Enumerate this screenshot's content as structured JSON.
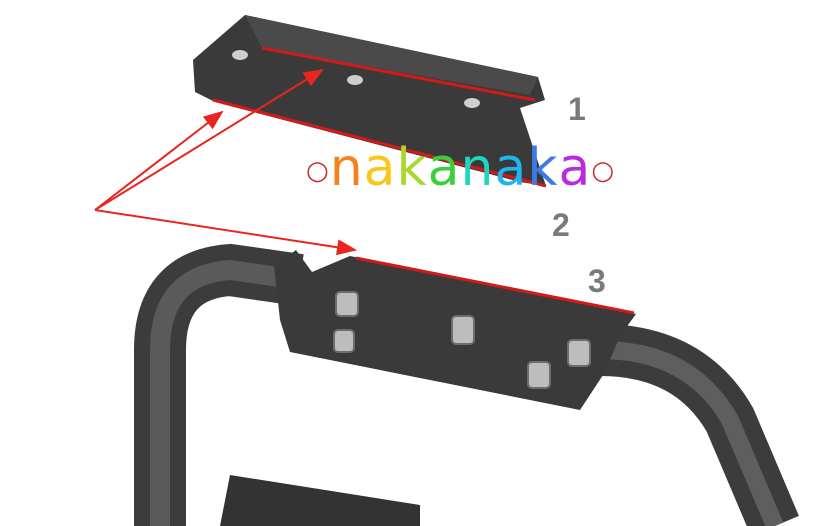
{
  "labels": {
    "part1": "1",
    "part2": "2",
    "part3": "3"
  },
  "watermark": {
    "text": "○nakanaka○",
    "chars": [
      {
        "ch": "○",
        "color": "#d0242b"
      },
      {
        "ch": "n",
        "color": "#f5821f"
      },
      {
        "ch": "a",
        "color": "#f7c719"
      },
      {
        "ch": "k",
        "color": "#a8d82c"
      },
      {
        "ch": "a",
        "color": "#3ccf3c"
      },
      {
        "ch": "n",
        "color": "#1fd6c0"
      },
      {
        "ch": "a",
        "color": "#1fb6f0"
      },
      {
        "ch": "k",
        "color": "#3d7ae8"
      },
      {
        "ch": "a",
        "color": "#b82be0"
      },
      {
        "ch": "○",
        "color": "#d0242b"
      }
    ]
  },
  "colors": {
    "part": "#3a3a3a",
    "edge_highlight": "#d21a1a",
    "arrow": "#e8261e",
    "tube": "#4a4a4a"
  }
}
